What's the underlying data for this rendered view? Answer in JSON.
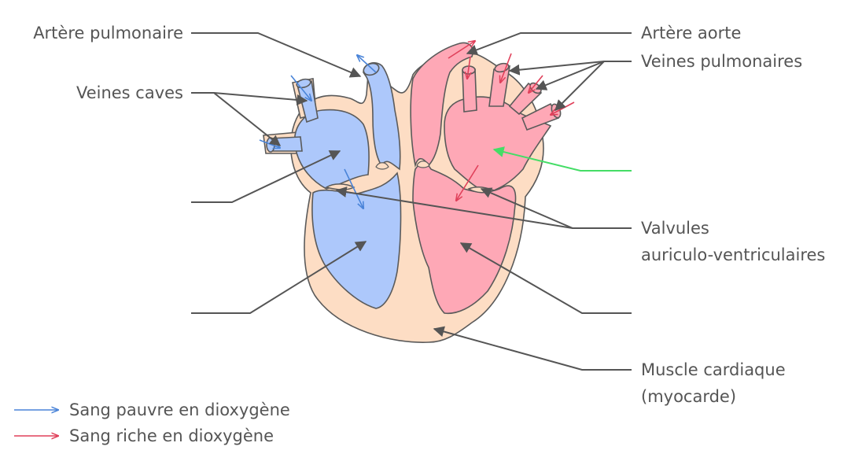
{
  "colors": {
    "muscle": "#fdddc4",
    "blood_poor": "#adc8fb",
    "blood_rich": "#fea8b6",
    "outline": "#5a5a5a",
    "leader": "#555555",
    "arrow_poor": "#4a84d8",
    "arrow_rich": "#e0405a",
    "highlight": "#44dd66",
    "text": "#555555"
  },
  "labels": {
    "pulmonary_artery": "Artère pulmonaire",
    "aorta": "Artère aorte",
    "pulmonary_veins": "Veines pulmonaires",
    "venae_cavae": "Veines caves",
    "valves_line1": "Valvules",
    "valves_line2": "auriculo-ventriculaires",
    "muscle_line1": "Muscle cardiaque",
    "muscle_line2": "(myocarde)"
  },
  "legend": {
    "poor": "Sang pauvre en dioxygène",
    "rich": "Sang riche en dioxygène"
  }
}
